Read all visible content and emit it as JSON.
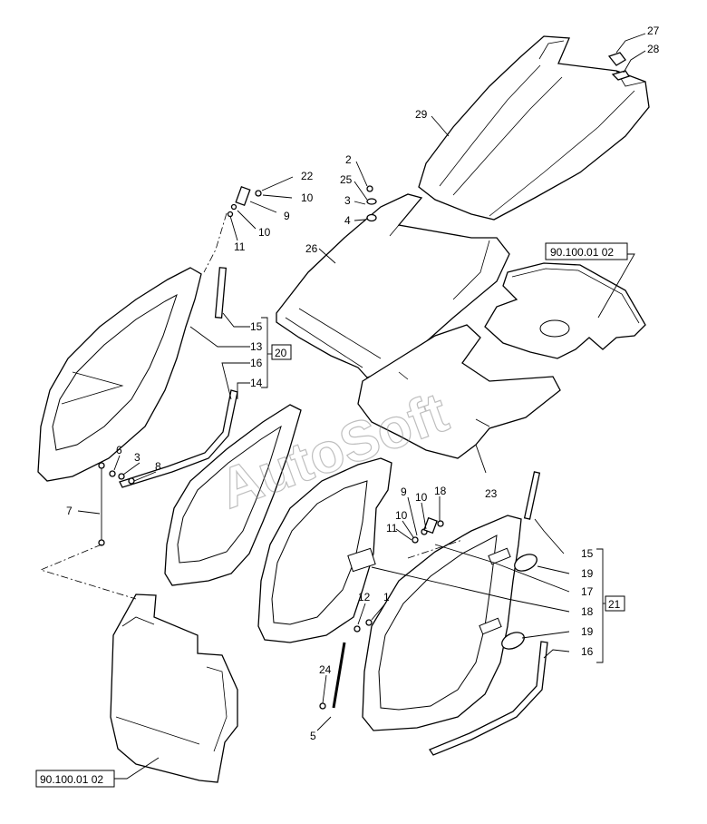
{
  "watermark": "AutoSoft",
  "callouts": {
    "c27": "27",
    "c28": "28",
    "c29": "29",
    "c2": "2",
    "c25": "25",
    "c3a": "3",
    "c4": "4",
    "c26": "26",
    "c22": "22",
    "c10a": "10",
    "c9a": "9",
    "c10b": "10",
    "c11a": "11",
    "c15a": "15",
    "c13": "13",
    "c20": "20",
    "c16a": "16",
    "c14": "14",
    "c6": "6",
    "c3b": "3",
    "c8": "8",
    "c7": "7",
    "c23": "23",
    "c9b": "9",
    "c10c": "10",
    "c18": "18",
    "c10d": "10",
    "c11b": "11",
    "c12": "12",
    "c1": "1",
    "c24": "24",
    "c5": "5",
    "c15b": "15",
    "c19a": "19",
    "c17": "17",
    "c18b": "18",
    "c21": "21",
    "c19b": "19",
    "c16b": "16"
  },
  "references": {
    "ref_top": "90.100.01 02",
    "ref_bottom": "90.100.01 02"
  }
}
